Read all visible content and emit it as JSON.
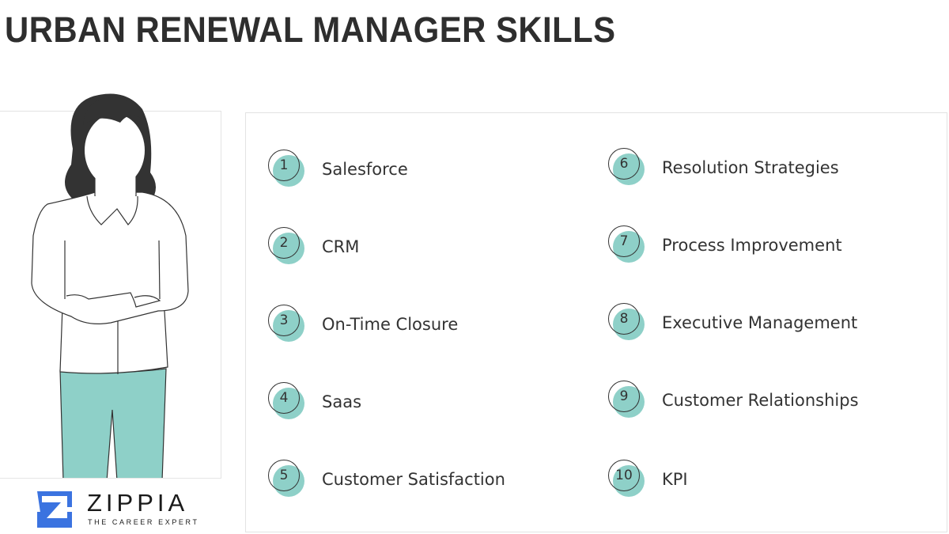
{
  "title": "URBAN RENEWAL MANAGER SKILLS",
  "brand": {
    "name": "ZIPPIA",
    "tagline": "THE CAREER EXPERT",
    "logo_color": "#3b73e0"
  },
  "accent_color": "#8ed0c8",
  "skills": [
    {
      "number": "1",
      "label": "Salesforce"
    },
    {
      "number": "2",
      "label": "CRM"
    },
    {
      "number": "3",
      "label": "On-Time Closure"
    },
    {
      "number": "4",
      "label": "Saas"
    },
    {
      "number": "5",
      "label": "Customer Satisfaction"
    },
    {
      "number": "6",
      "label": "Resolution Strategies"
    },
    {
      "number": "7",
      "label": "Process Improvement"
    },
    {
      "number": "8",
      "label": "Executive Management"
    },
    {
      "number": "9",
      "label": "Customer Relationships"
    },
    {
      "number": "10",
      "label": "KPI"
    }
  ]
}
